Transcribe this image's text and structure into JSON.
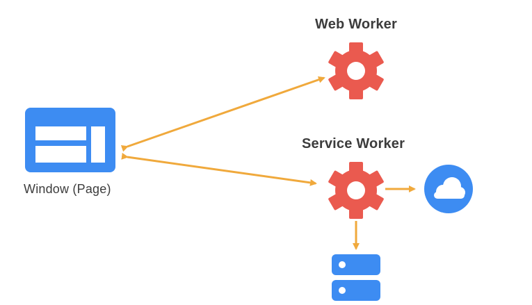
{
  "labels": {
    "web_worker": "Web Worker",
    "service_worker": "Service Worker",
    "window": "Window (Page)"
  },
  "icons": {
    "window": "browser-window-icon",
    "web_worker": "gear-icon",
    "service_worker": "gear-icon",
    "network": "cloud-icon",
    "storage": "database-icon"
  },
  "colors": {
    "arrow": "#F0A93C",
    "gear": "#EA5A4F",
    "blue": "#3D8CF2",
    "text": "#3C3C3C"
  }
}
